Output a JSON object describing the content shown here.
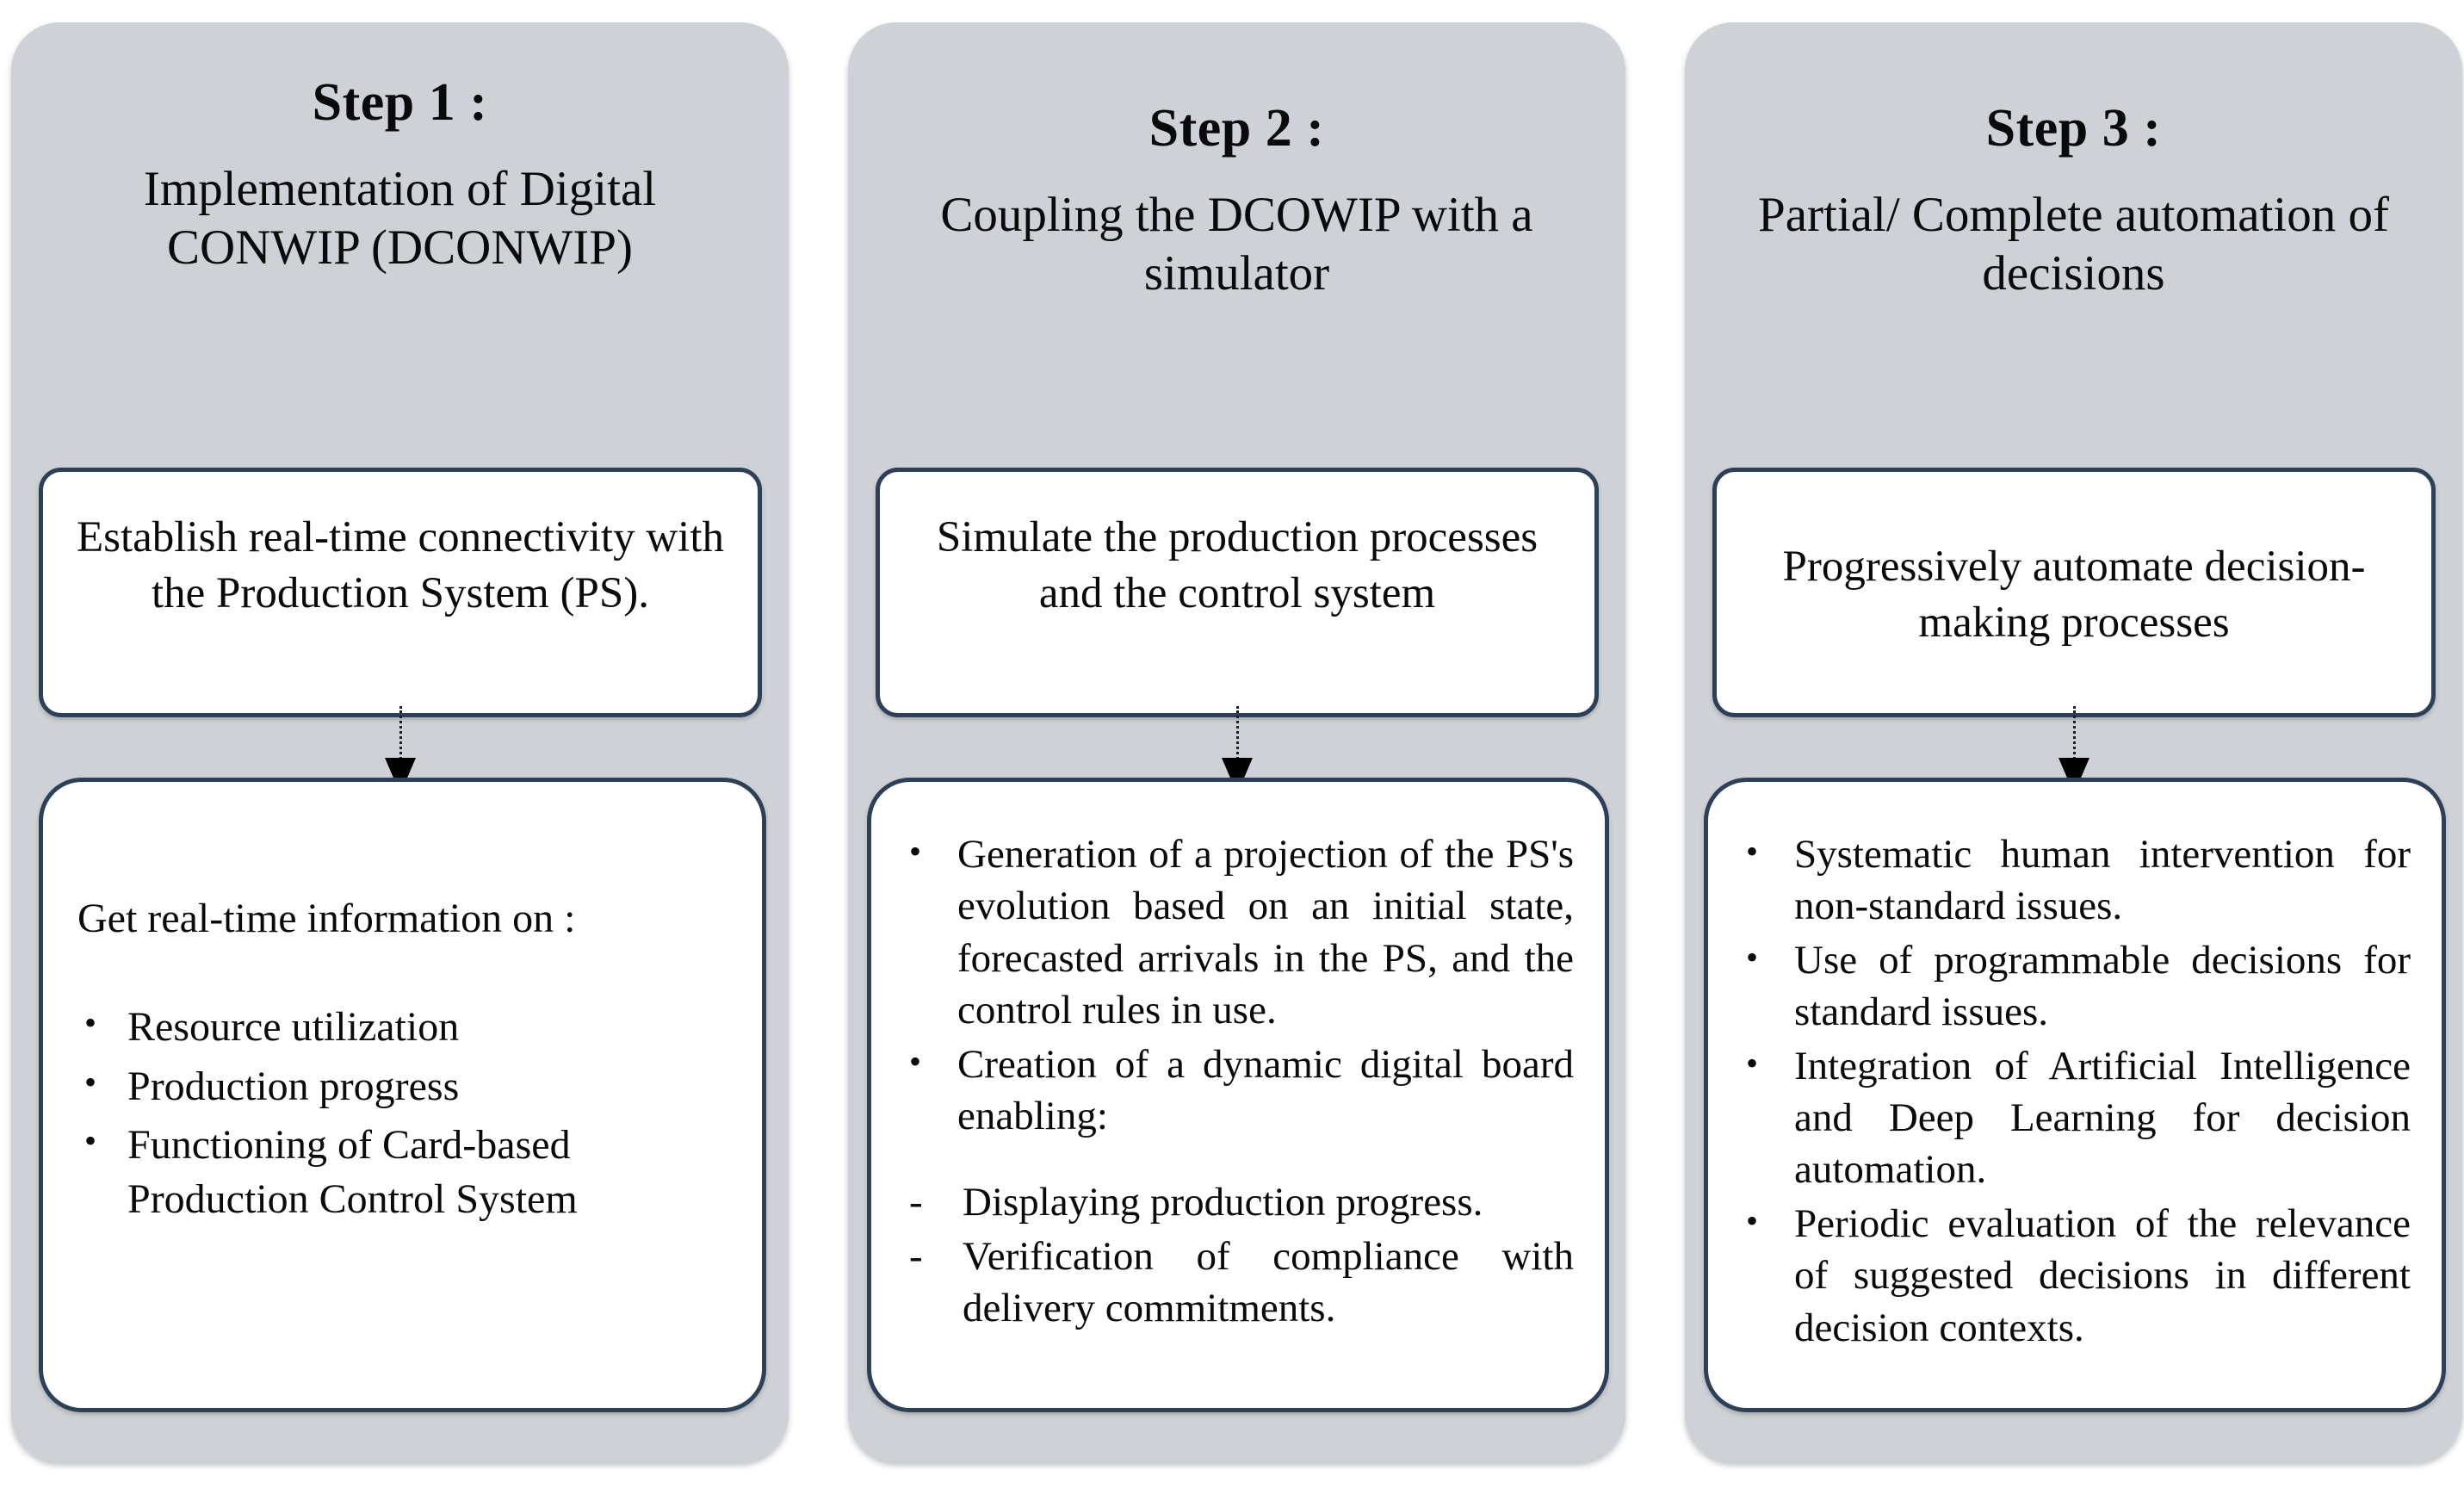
{
  "diagram": {
    "type": "three-step-process",
    "background_color": "#ffffff",
    "panel_color": "#ced2d6",
    "box_border_color": "#2e4057",
    "box_fill_color": "#ffffff",
    "arrow_color": "#000000"
  },
  "steps": [
    {
      "label": "Step 1 :",
      "title": "Implementation of Digital CONWIP (DCONWIP)",
      "top_box": "Establish real-time connectivity with the Production System (PS).",
      "bottom_box": {
        "lead": "Get real-time information on :",
        "bullets": [
          "Resource utilization",
          "Production progress",
          "Functioning of Card-based Production Control System"
        ],
        "dashes": []
      }
    },
    {
      "label": "Step 2 :",
      "title": "Coupling the DCOWIP with a simulator",
      "top_box": "Simulate the production processes and the control system",
      "bottom_box": {
        "lead": "",
        "bullets": [
          "Generation of a projection of the PS's evolution based on an initial state, forecasted arrivals in the PS, and the control rules in use.",
          "Creation of a dynamic digital board enabling:"
        ],
        "dashes": [
          "Displaying production progress.",
          "Verification of compliance with delivery commitments."
        ]
      }
    },
    {
      "label": "Step 3 :",
      "title": "Partial/ Complete automation of decisions",
      "top_box": "Progressively automate decision-making processes",
      "bottom_box": {
        "lead": "",
        "bullets": [
          "Systematic human intervention for non-standard issues.",
          "Use of programmable decisions for standard issues.",
          "Integration of Artificial Intelligence and Deep Learning for decision automation.",
          "Periodic evaluation of the relevance of suggested decisions in different decision contexts."
        ],
        "dashes": []
      }
    }
  ]
}
